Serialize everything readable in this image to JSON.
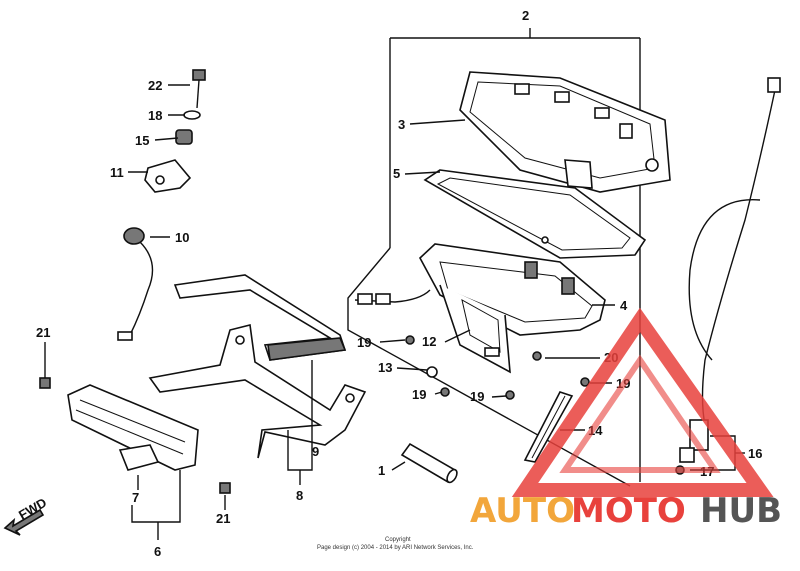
{
  "labels": {
    "p1": "1",
    "p2": "2",
    "p3": "3",
    "p4": "4",
    "p5": "5",
    "p6": "6",
    "p7": "7",
    "p8": "8",
    "p9": "9",
    "p10": "10",
    "p11": "11",
    "p12": "12",
    "p13": "13",
    "p14": "14",
    "p15": "15",
    "p16": "16",
    "p17": "17",
    "p18": "18",
    "p19a": "19",
    "p19b": "19",
    "p19c": "19",
    "p19d": "19",
    "p20": "20",
    "p21a": "21",
    "p21b": "21",
    "p22": "22"
  },
  "fwd": "FWD",
  "footer": {
    "copyright": "Copyright",
    "line": "Page design (c) 2004 - 2014 by ARI Network Services, Inc."
  },
  "watermark": {
    "part1": "AUTO",
    "part2": "MOTO",
    "part3": "HUB"
  },
  "colors": {
    "watermark_red": "#e8413c",
    "watermark_orange": "#f2a63b",
    "watermark_gray": "#555555"
  }
}
